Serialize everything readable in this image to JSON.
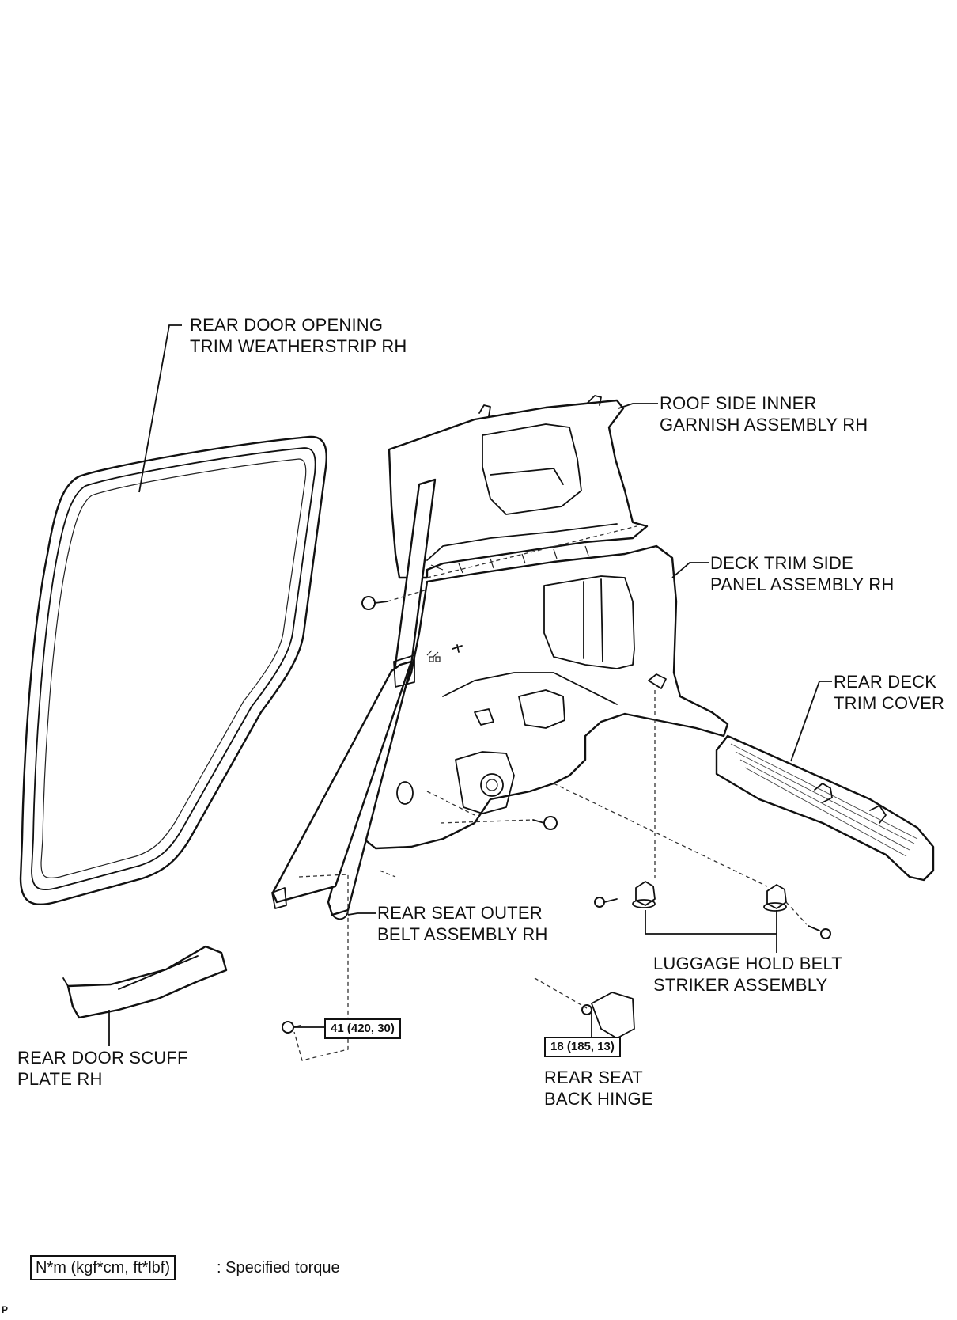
{
  "labels": {
    "rear_door_opening_trim": [
      "REAR DOOR OPENING",
      "TRIM WEATHERSTRIP RH"
    ],
    "roof_side_inner_garnish": [
      "ROOF SIDE INNER",
      "GARNISH ASSEMBLY RH"
    ],
    "deck_trim_side_panel": [
      "DECK TRIM SIDE",
      "PANEL ASSEMBLY RH"
    ],
    "rear_deck_trim_cover": [
      "REAR DECK",
      "TRIM COVER"
    ],
    "rear_seat_outer_belt": [
      "REAR SEAT OUTER",
      "BELT ASSEMBLY RH"
    ],
    "luggage_hold_belt_striker": [
      "LUGGAGE HOLD BELT",
      "STRIKER ASSEMBLY"
    ],
    "rear_door_scuff_plate": [
      "REAR DOOR SCUFF",
      "PLATE RH"
    ],
    "rear_seat_back_hinge": [
      "REAR SEAT",
      "BACK HINGE"
    ]
  },
  "torque": {
    "belt_bolt": "41 (420, 30)",
    "hinge_bolt": "18 (185, 13)"
  },
  "legend": {
    "unit_box": "N*m (kgf*cm, ft*lbf)",
    "description": ": Specified torque"
  },
  "corner_mark": "P"
}
